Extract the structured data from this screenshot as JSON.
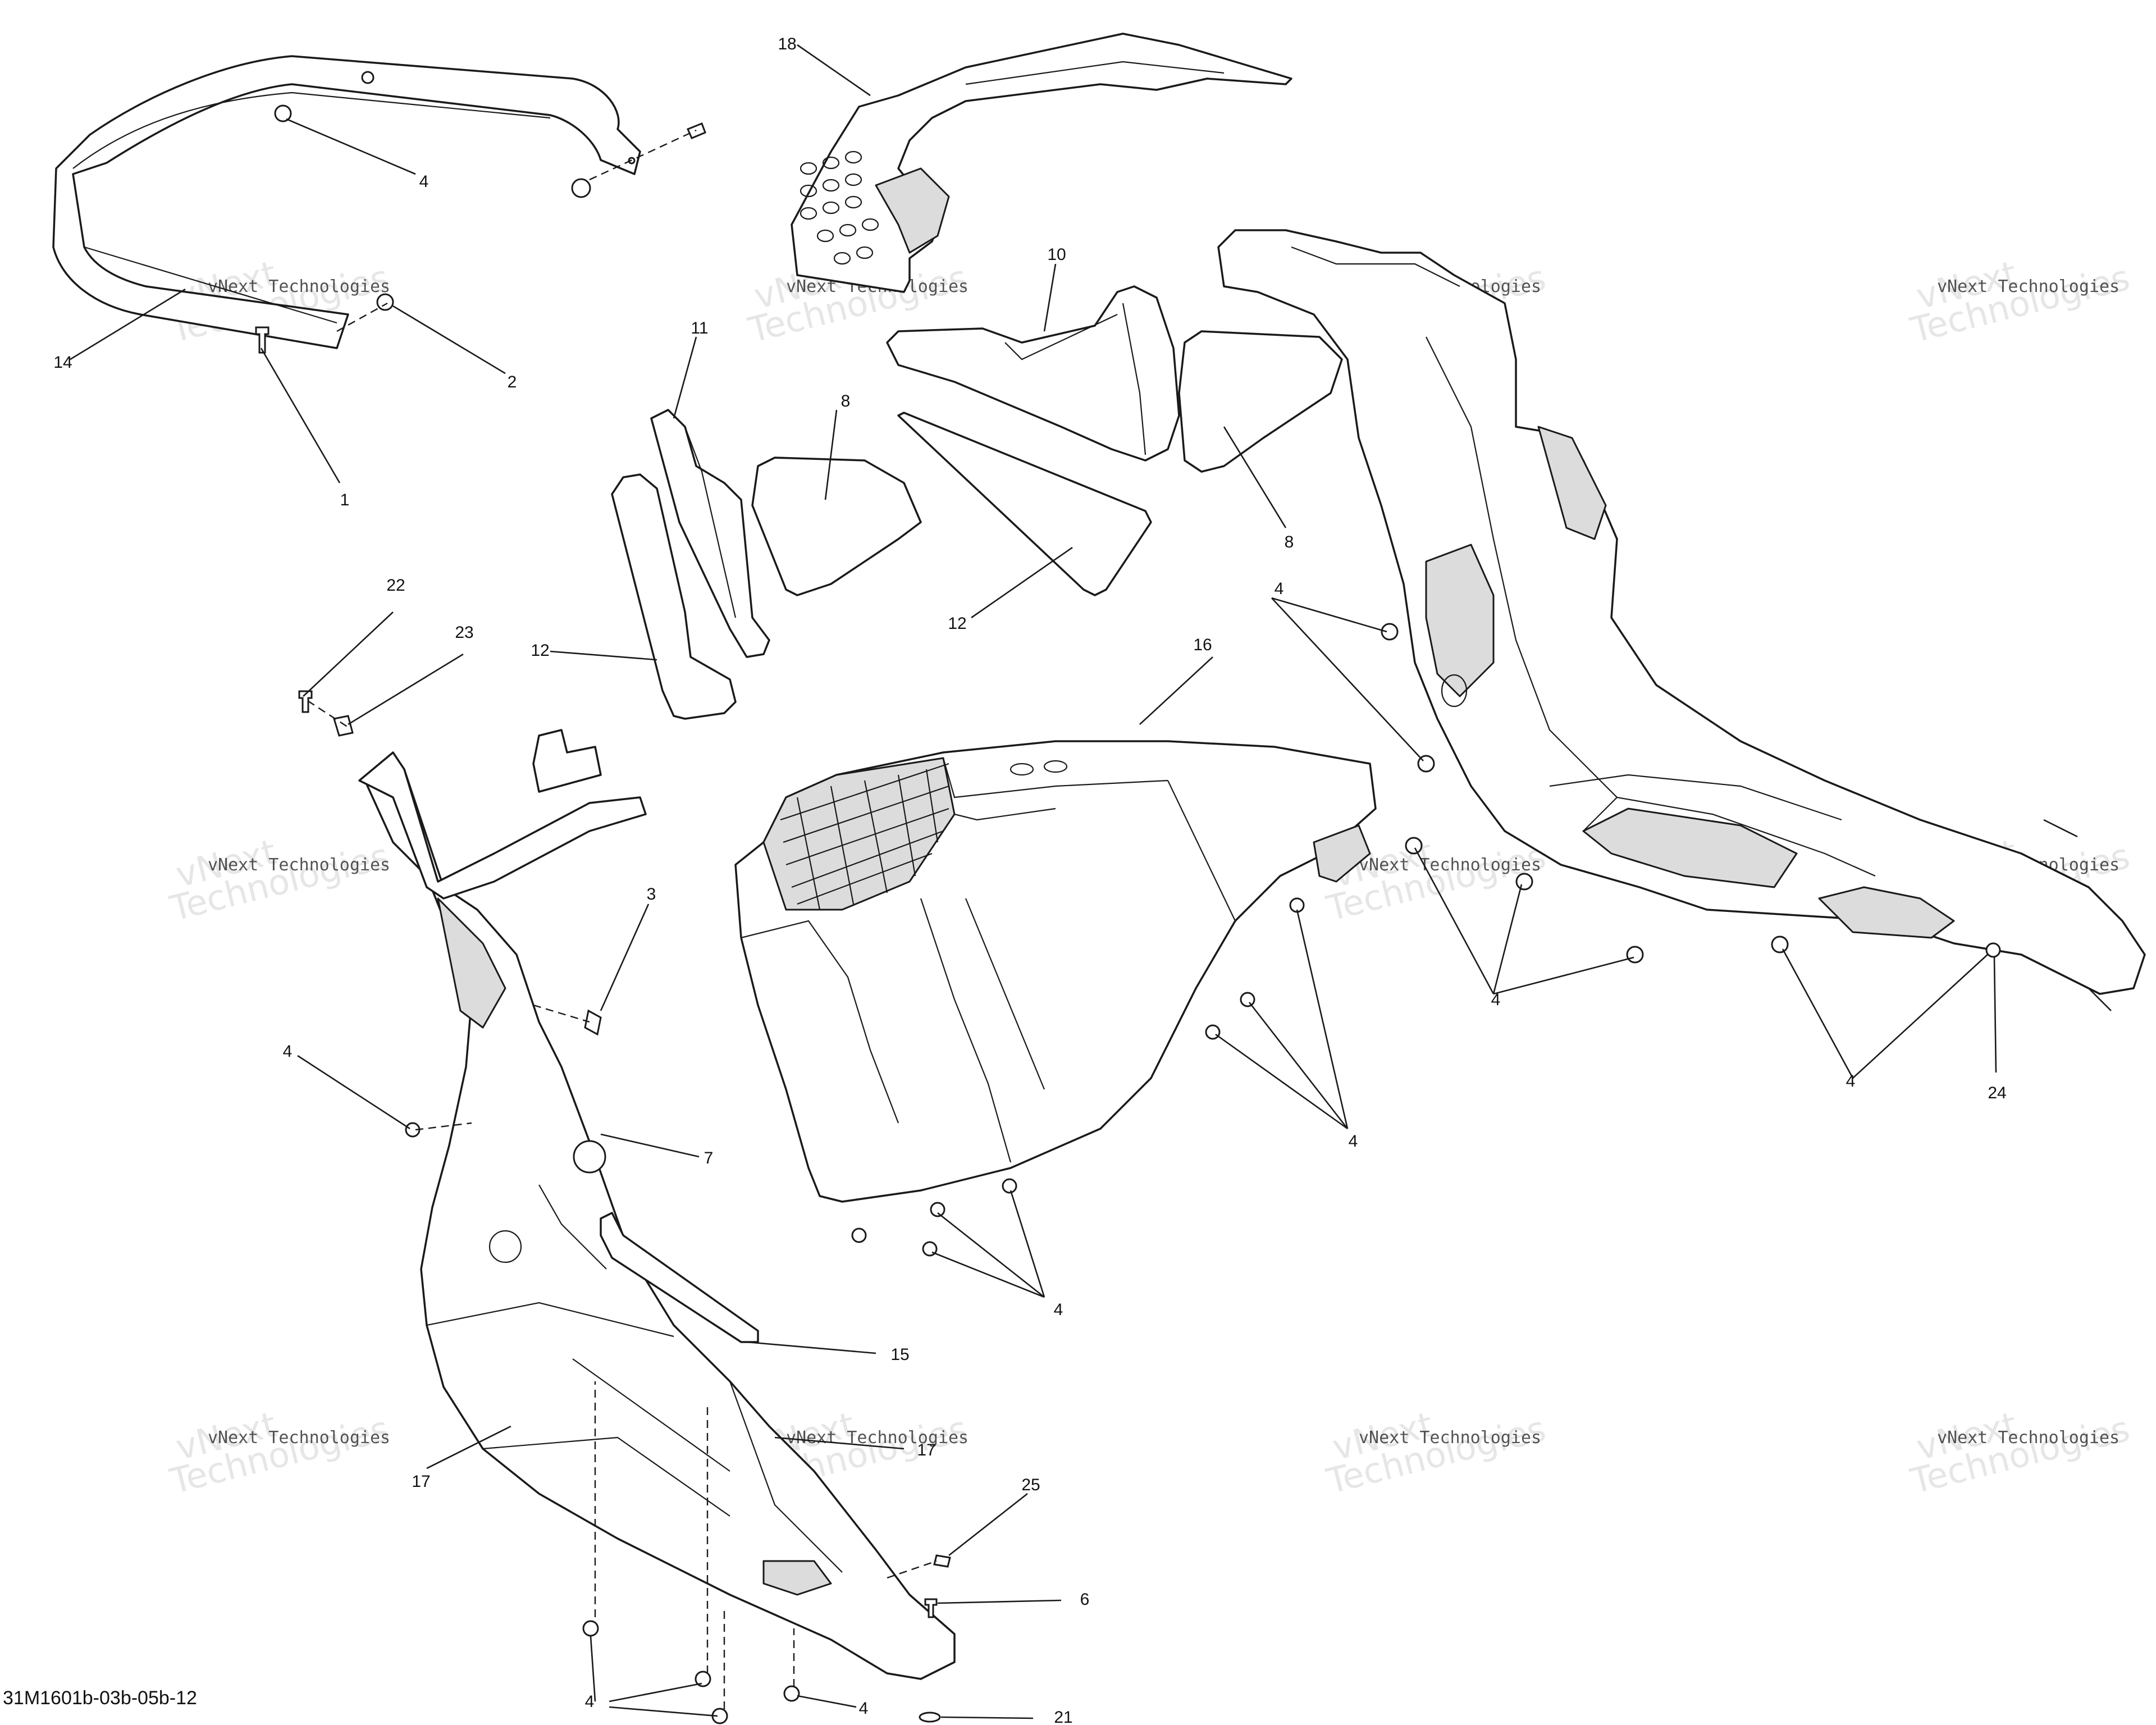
{
  "diagram_code": "31M1601b-03b-05b-12",
  "watermark": {
    "line1": "vNext Technologies",
    "line2": "vNext Technologies"
  },
  "callouts": {
    "c1": "1",
    "c2": "2",
    "c3": "3",
    "c4a": "4",
    "c4b": "4",
    "c4c": "4",
    "c4d": "4",
    "c4e": "4",
    "c4f": "4",
    "c4g": "4",
    "c4h": "4",
    "c4i": "4",
    "c6": "6",
    "c7": "7",
    "c8a": "8",
    "c8b": "8",
    "c10": "10",
    "c11": "11",
    "c12a": "12",
    "c12b": "12",
    "c14": "14",
    "c15": "15",
    "c16": "16",
    "c17a": "17",
    "c17b": "17",
    "c18": "18",
    "c21": "21",
    "c22": "22",
    "c23": "23",
    "c24": "24",
    "c25": "25"
  },
  "colors": {
    "line": "#1a1a1a",
    "background": "#ffffff",
    "watermark": "#c8c8c8"
  }
}
